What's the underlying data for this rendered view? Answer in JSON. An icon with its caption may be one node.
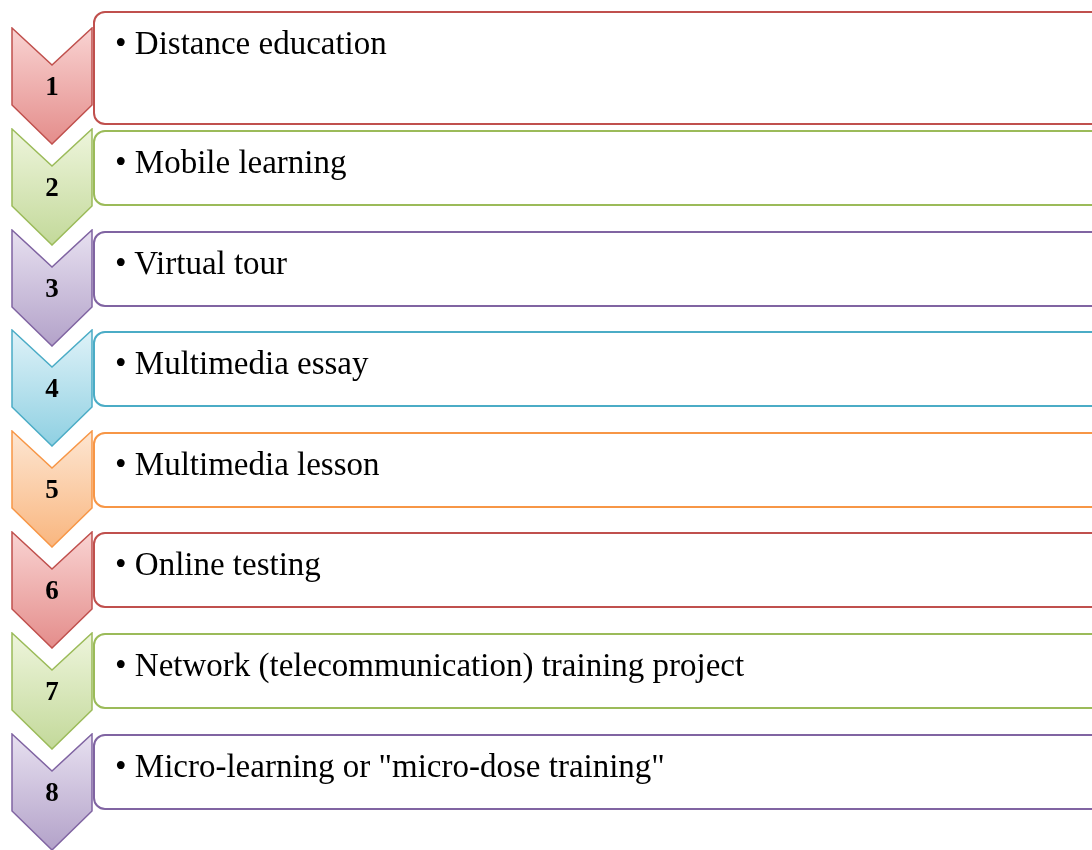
{
  "diagram": {
    "nodes": [
      {
        "text": [
          "1"
        ]
      },
      {
        "text": [
          "• Distance education"
        ]
      },
      {
        "text": [
          "2"
        ]
      },
      {
        "text": [
          "• Mobile learning"
        ]
      },
      {
        "text": [
          "3"
        ]
      },
      {
        "text": [
          "• Virtual tour"
        ]
      },
      {
        "text": [
          "4"
        ]
      },
      {
        "text": [
          "• Multimedia essay"
        ]
      },
      {
        "text": [
          "5"
        ]
      },
      {
        "text": [
          "• Multimedia lesson"
        ]
      },
      {
        "text": [
          "6"
        ]
      },
      {
        "text": [
          "• Online testing"
        ]
      },
      {
        "text": [
          "7"
        ]
      },
      {
        "text": [
          "• Network (telecommunication) training project"
        ]
      },
      {
        "text": [
          "8"
        ]
      },
      {
        "text": [
          "• Micro-learning or \"micro-dose training\""
        ]
      }
    ]
  }
}
